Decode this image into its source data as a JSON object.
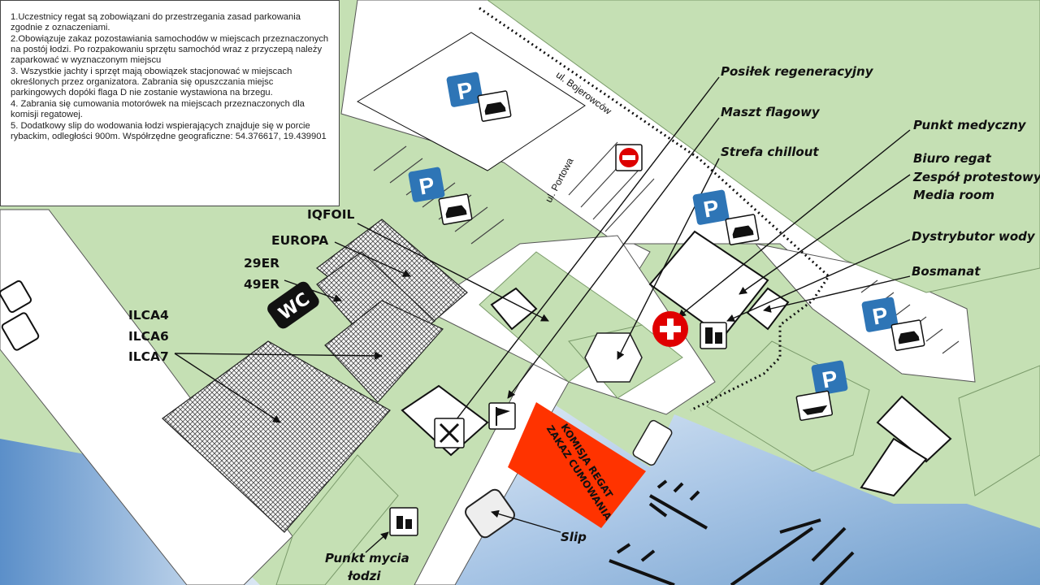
{
  "rules": [
    "1.Uczestnicy regat są zobowiązani do przestrzegania zasad parkowania zgodnie z oznaczeniami.",
    "2.Obowiązuje zakaz pozostawiania samochodów w miejscach przeznaczonych  na postój łodzi. Po rozpakowaniu sprzętu samochód wraz z przyczepą należy zaparkować w wyznaczonym miejscu",
    "3. Wszystkie jachty i sprzęt mają obowiązek stacjonować w miejscach określonych przez organizatora. Zabrania się opuszczania miejsc parkingowych dopóki flaga D nie zostanie wystawiona na brzegu.",
    "4. Zabrania się cumowania motorówek na miejscach przeznaczonych  dla komisji regatowej.",
    "5. Dodatkowy slip do wodowania łodzi wspierających znajduje się w porcie rybackim, odległości 900m. Współrzędne geograficzne: 54.376617, 19.439901"
  ],
  "streets": {
    "bojerowcow": "ul. Bojerowców",
    "portowa": "ul. Portowa"
  },
  "classes": [
    "IQFOIL",
    "EUROPA",
    "29ER",
    "49ER",
    "ILCA4",
    "ILCA6",
    "ILCA7"
  ],
  "labels": {
    "posilek": "Posiłek regeneracyjny",
    "maszt": "Maszt flagowy",
    "chillout": "Strefa chillout",
    "medyczny": "Punkt medyczny",
    "biuro": "Biuro regat",
    "protest": "Zespół protestowy",
    "media": "Media room",
    "woda": "Dystrybutor wody",
    "bosmanat": "Bosmanat",
    "slip": "Slip",
    "mycie1": "Punkt mycia",
    "mycie2": "łodzi"
  },
  "signs": {
    "wc": "WC",
    "parking": "P"
  },
  "zone_text": [
    "KOMISJA REGAT",
    "ZAKAZ CUMOWANIA"
  ],
  "colors": {
    "grass": "#c5e0b4",
    "water": "#b4cfe9",
    "zone": "#ff3300",
    "parking": "#2e75b6",
    "medical": "#e00000"
  }
}
